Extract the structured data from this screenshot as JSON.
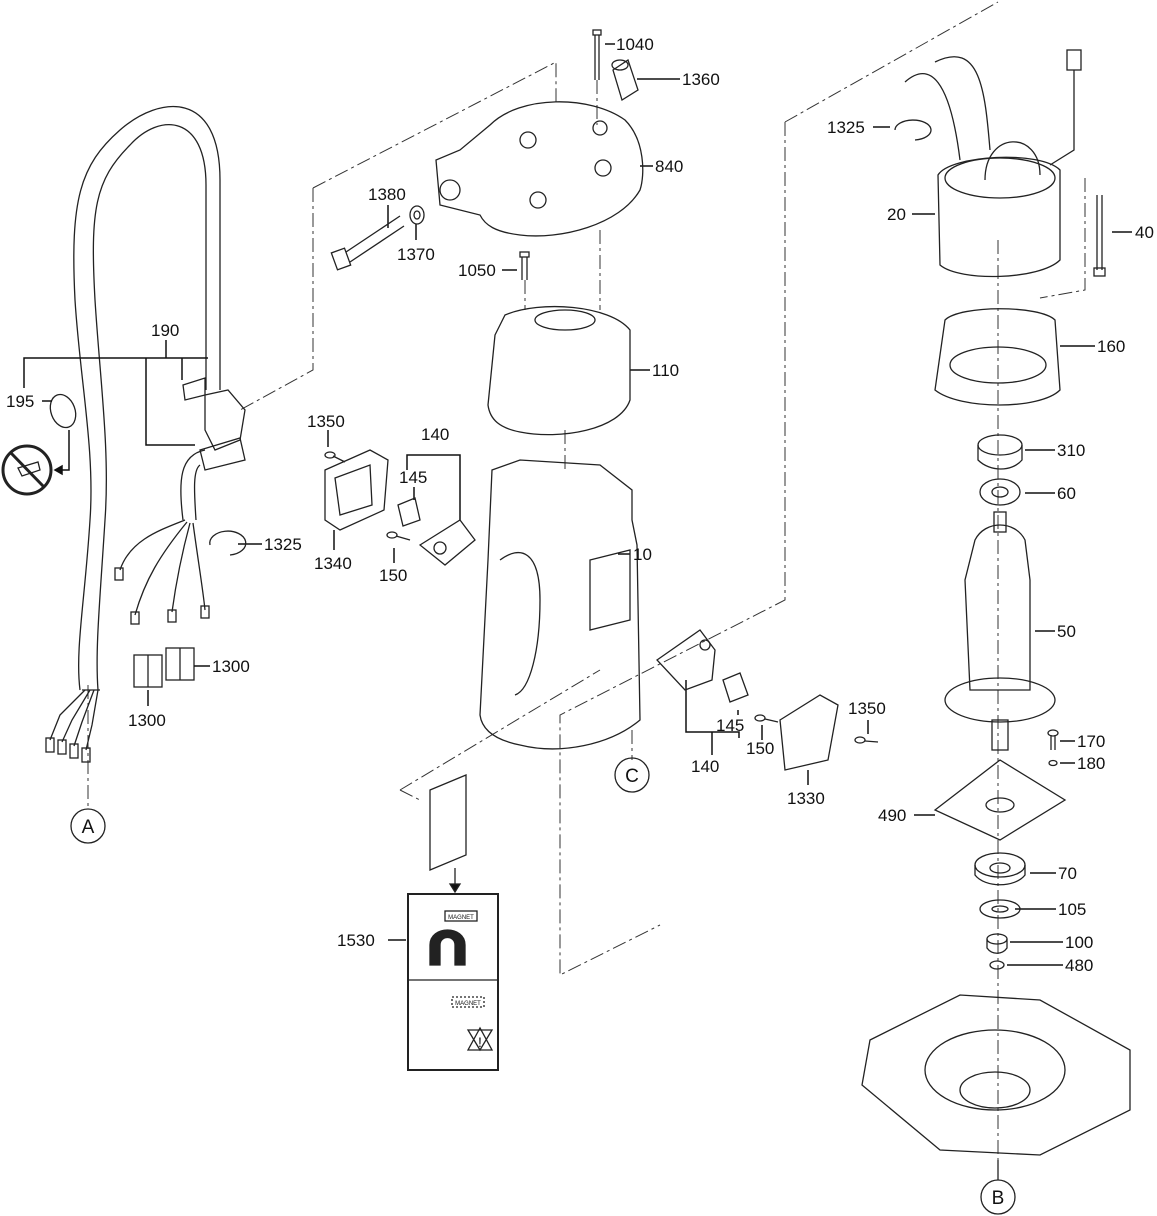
{
  "diagram": {
    "type": "exploded-parts-diagram",
    "part_labels": [
      {
        "id": "p1040",
        "text": "1040"
      },
      {
        "id": "p1360",
        "text": "1360"
      },
      {
        "id": "p840",
        "text": "840"
      },
      {
        "id": "p1380",
        "text": "1380"
      },
      {
        "id": "p1370",
        "text": "1370"
      },
      {
        "id": "p1050",
        "text": "1050"
      },
      {
        "id": "p110",
        "text": "110"
      },
      {
        "id": "p190",
        "text": "190"
      },
      {
        "id": "p195",
        "text": "195"
      },
      {
        "id": "p1350a",
        "text": "1350"
      },
      {
        "id": "p140a",
        "text": "140"
      },
      {
        "id": "p145a",
        "text": "145"
      },
      {
        "id": "p1325a",
        "text": "1325"
      },
      {
        "id": "p1340",
        "text": "1340"
      },
      {
        "id": "p150a",
        "text": "150"
      },
      {
        "id": "p10",
        "text": "10"
      },
      {
        "id": "p1300a",
        "text": "1300"
      },
      {
        "id": "p1300b",
        "text": "1300"
      },
      {
        "id": "p145b",
        "text": "145"
      },
      {
        "id": "p150b",
        "text": "150"
      },
      {
        "id": "p1350b",
        "text": "1350"
      },
      {
        "id": "p140b",
        "text": "140"
      },
      {
        "id": "p1330",
        "text": "1330"
      },
      {
        "id": "p1530",
        "text": "1530"
      },
      {
        "id": "p1325b",
        "text": "1325"
      },
      {
        "id": "p20",
        "text": "20"
      },
      {
        "id": "p40",
        "text": "40"
      },
      {
        "id": "p160",
        "text": "160"
      },
      {
        "id": "p310",
        "text": "310"
      },
      {
        "id": "p60",
        "text": "60"
      },
      {
        "id": "p50",
        "text": "50"
      },
      {
        "id": "p170",
        "text": "170"
      },
      {
        "id": "p180",
        "text": "180"
      },
      {
        "id": "p490",
        "text": "490"
      },
      {
        "id": "p70",
        "text": "70"
      },
      {
        "id": "p105",
        "text": "105"
      },
      {
        "id": "p100",
        "text": "100"
      },
      {
        "id": "p480",
        "text": "480"
      }
    ],
    "callouts": [
      {
        "id": "cA",
        "text": "A"
      },
      {
        "id": "cB",
        "text": "B"
      },
      {
        "id": "cC",
        "text": "C"
      }
    ],
    "warning_label": {
      "magnet_text_1": "MAGNET",
      "magnet_text_2": "MAGNET"
    }
  }
}
